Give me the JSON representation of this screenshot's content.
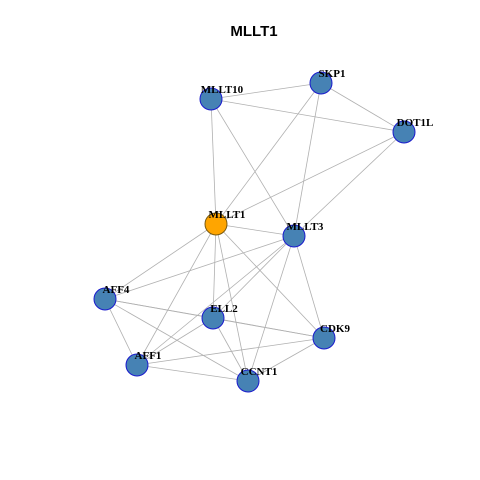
{
  "title": "MLLT1",
  "colors": {
    "background": "#ffffff",
    "edge": "#b0b0b0",
    "node_default_fill": "#4682b4",
    "node_default_stroke": "#1a1acd",
    "node_focus_fill": "#ffa500",
    "node_focus_stroke": "#7a5a10",
    "label": "#000000"
  },
  "nodes": [
    {
      "id": "MLLT1",
      "label": "MLLT1",
      "focus": true
    },
    {
      "id": "SKP1",
      "label": "SKP1",
      "focus": false
    },
    {
      "id": "MLLT10",
      "label": "MLLT10",
      "focus": false
    },
    {
      "id": "DOT1L",
      "label": "DOT1L",
      "focus": false
    },
    {
      "id": "MLLT3",
      "label": "MLLT3",
      "focus": false
    },
    {
      "id": "AFF4",
      "label": "AFF4",
      "focus": false
    },
    {
      "id": "ELL2",
      "label": "ELL2",
      "focus": false
    },
    {
      "id": "CDK9",
      "label": "CDK9",
      "focus": false
    },
    {
      "id": "AFF1",
      "label": "AFF1",
      "focus": false
    },
    {
      "id": "CCNT1",
      "label": "CCNT1",
      "focus": false
    }
  ],
  "edges": [
    [
      "MLLT10",
      "SKP1"
    ],
    [
      "MLLT10",
      "DOT1L"
    ],
    [
      "MLLT10",
      "MLLT1"
    ],
    [
      "MLLT10",
      "MLLT3"
    ],
    [
      "SKP1",
      "DOT1L"
    ],
    [
      "SKP1",
      "MLLT1"
    ],
    [
      "SKP1",
      "MLLT3"
    ],
    [
      "DOT1L",
      "MLLT1"
    ],
    [
      "DOT1L",
      "MLLT3"
    ],
    [
      "MLLT1",
      "MLLT3"
    ],
    [
      "MLLT1",
      "AFF4"
    ],
    [
      "MLLT1",
      "ELL2"
    ],
    [
      "MLLT1",
      "AFF1"
    ],
    [
      "MLLT1",
      "CCNT1"
    ],
    [
      "MLLT1",
      "CDK9"
    ],
    [
      "MLLT3",
      "AFF4"
    ],
    [
      "MLLT3",
      "ELL2"
    ],
    [
      "MLLT3",
      "AFF1"
    ],
    [
      "MLLT3",
      "CCNT1"
    ],
    [
      "MLLT3",
      "CDK9"
    ],
    [
      "AFF4",
      "ELL2"
    ],
    [
      "AFF4",
      "AFF1"
    ],
    [
      "AFF4",
      "CCNT1"
    ],
    [
      "AFF4",
      "CDK9"
    ],
    [
      "ELL2",
      "AFF1"
    ],
    [
      "ELL2",
      "CCNT1"
    ],
    [
      "ELL2",
      "CDK9"
    ],
    [
      "AFF1",
      "CCNT1"
    ],
    [
      "AFF1",
      "CDK9"
    ],
    [
      "CCNT1",
      "CDK9"
    ]
  ]
}
